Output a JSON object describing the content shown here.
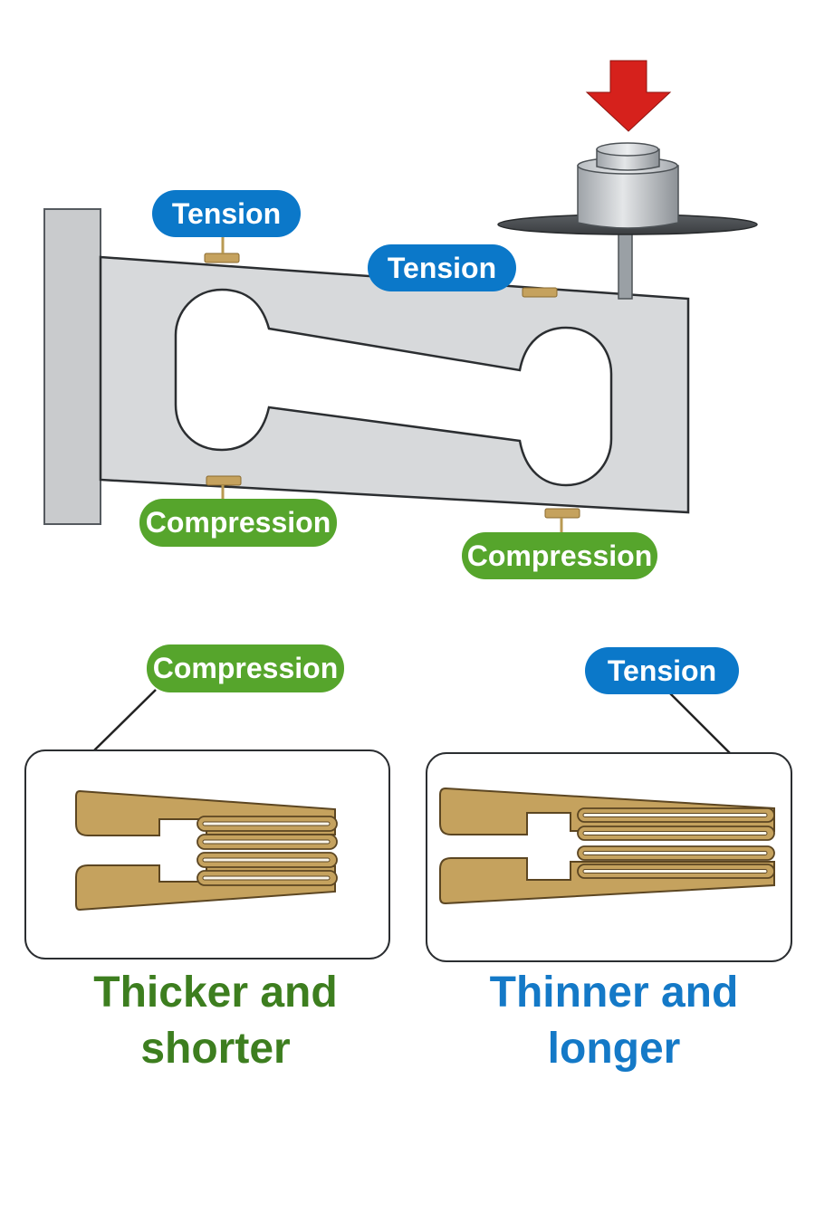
{
  "colors": {
    "tension": "#0b78c9",
    "compression": "#56a52c",
    "caption_compression": "#3d7e1f",
    "caption_tension": "#1479c7",
    "load_arrow": "#d6211c",
    "beam": "#d7d9db",
    "gauge": "#c5a25e"
  },
  "labels": {
    "tension_top_left": "Tension",
    "tension_top_right": "Tension",
    "compression_bottom_left": "Compression",
    "compression_bottom_right": "Compression",
    "detail_compression": "Compression",
    "detail_tension": "Tension"
  },
  "captions": {
    "compression_line1": "Thicker and",
    "compression_line2": "shorter",
    "tension_line1": "Thinner and",
    "tension_line2": "longer"
  },
  "icons": {
    "load": "down-arrow-icon",
    "gauge": "strain-gauge-icon"
  }
}
